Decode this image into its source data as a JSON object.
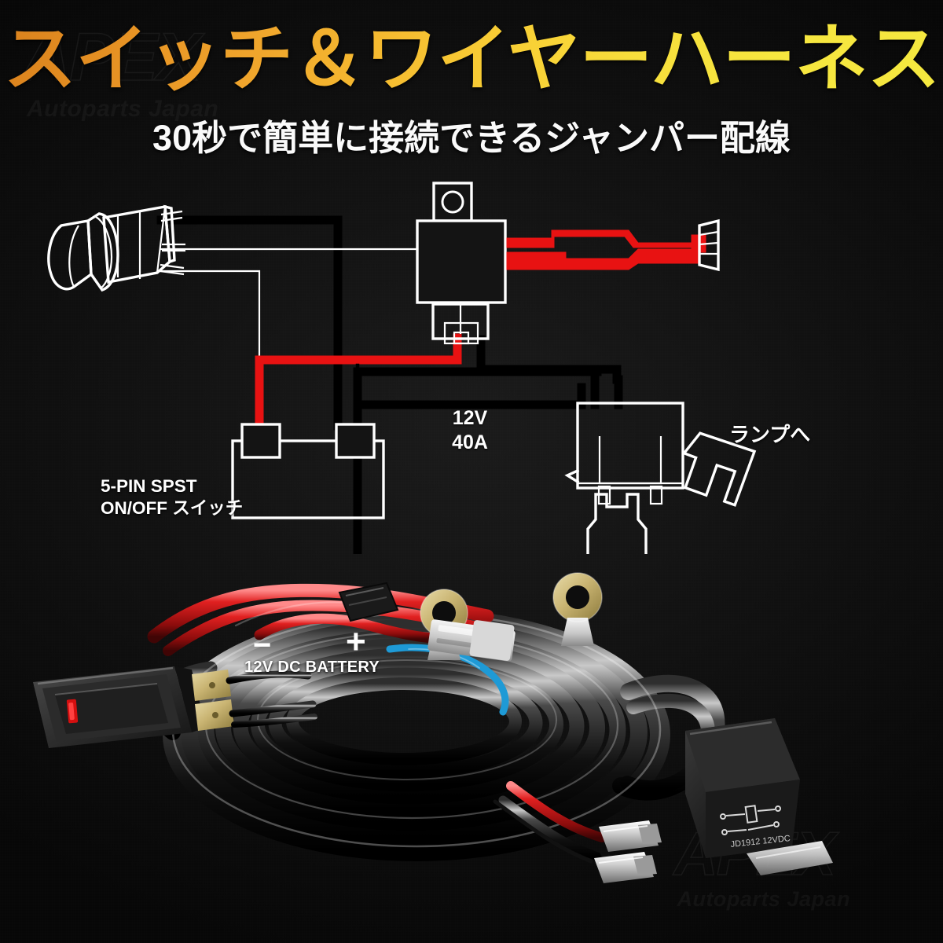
{
  "meta": {
    "background_color": "#0a0a0a",
    "accent_orange": "#e08a1e",
    "accent_yellow": "#f5e83f",
    "wire_red": "#e81212",
    "wire_black": "#000000",
    "outline_white": "#ffffff"
  },
  "header": {
    "title": "スイッチ＆ワイヤーハーネス",
    "subtitle": "30秒で簡単に接続できるジャンパー配線"
  },
  "watermark": {
    "brand": "APEX",
    "tagline": "Autoparts Japan"
  },
  "diagram": {
    "switch_label_line1": "5-PIN SPST",
    "switch_label_line2": "ON/OFF スイッチ",
    "relay_line1": "12V",
    "relay_line2": "40A",
    "lamp_label": "ランプへ",
    "battery_label": "12V DC BATTERY",
    "battery_negative": "−",
    "battery_positive": "+",
    "components": [
      {
        "name": "rocker-switch",
        "type": "line-drawing"
      },
      {
        "name": "relay",
        "type": "line-drawing",
        "rating": "12V 40A"
      },
      {
        "name": "fuse-holder",
        "type": "line-drawing"
      },
      {
        "name": "blade-fuse",
        "type": "line-drawing"
      },
      {
        "name": "battery",
        "type": "line-drawing",
        "voltage": "12V DC"
      },
      {
        "name": "lamp-connector",
        "type": "line-drawing"
      }
    ],
    "wires": [
      {
        "name": "switch-to-relay",
        "color": "#000000"
      },
      {
        "name": "relay-to-lamp",
        "color": "#e81212"
      },
      {
        "name": "relay-to-battery-negative",
        "color": "#e81212"
      },
      {
        "name": "relay-to-fuse",
        "color": "#000000"
      },
      {
        "name": "fuse-to-battery-positive",
        "color": "#000000"
      }
    ]
  },
  "product_photo": {
    "items": [
      {
        "name": "rocker-switch",
        "detail": "black rocker switch with red illuminated indicator and spade terminals"
      },
      {
        "name": "wire-coil",
        "detail": "coiled black wire harness with red and blue leads"
      },
      {
        "name": "ring-terminal-left",
        "detail": "brass ring terminal"
      },
      {
        "name": "ring-terminal-right",
        "detail": "brass ring terminal"
      },
      {
        "name": "inline-connector",
        "detail": "white 2-pin inline connector"
      },
      {
        "name": "relay",
        "detail": "black automotive relay with printed circuit diagram"
      },
      {
        "name": "spade-terminal-red",
        "detail": "silver female spade terminal on red wire"
      },
      {
        "name": "spade-terminal-black",
        "detail": "silver female spade terminal on black wire"
      }
    ]
  }
}
